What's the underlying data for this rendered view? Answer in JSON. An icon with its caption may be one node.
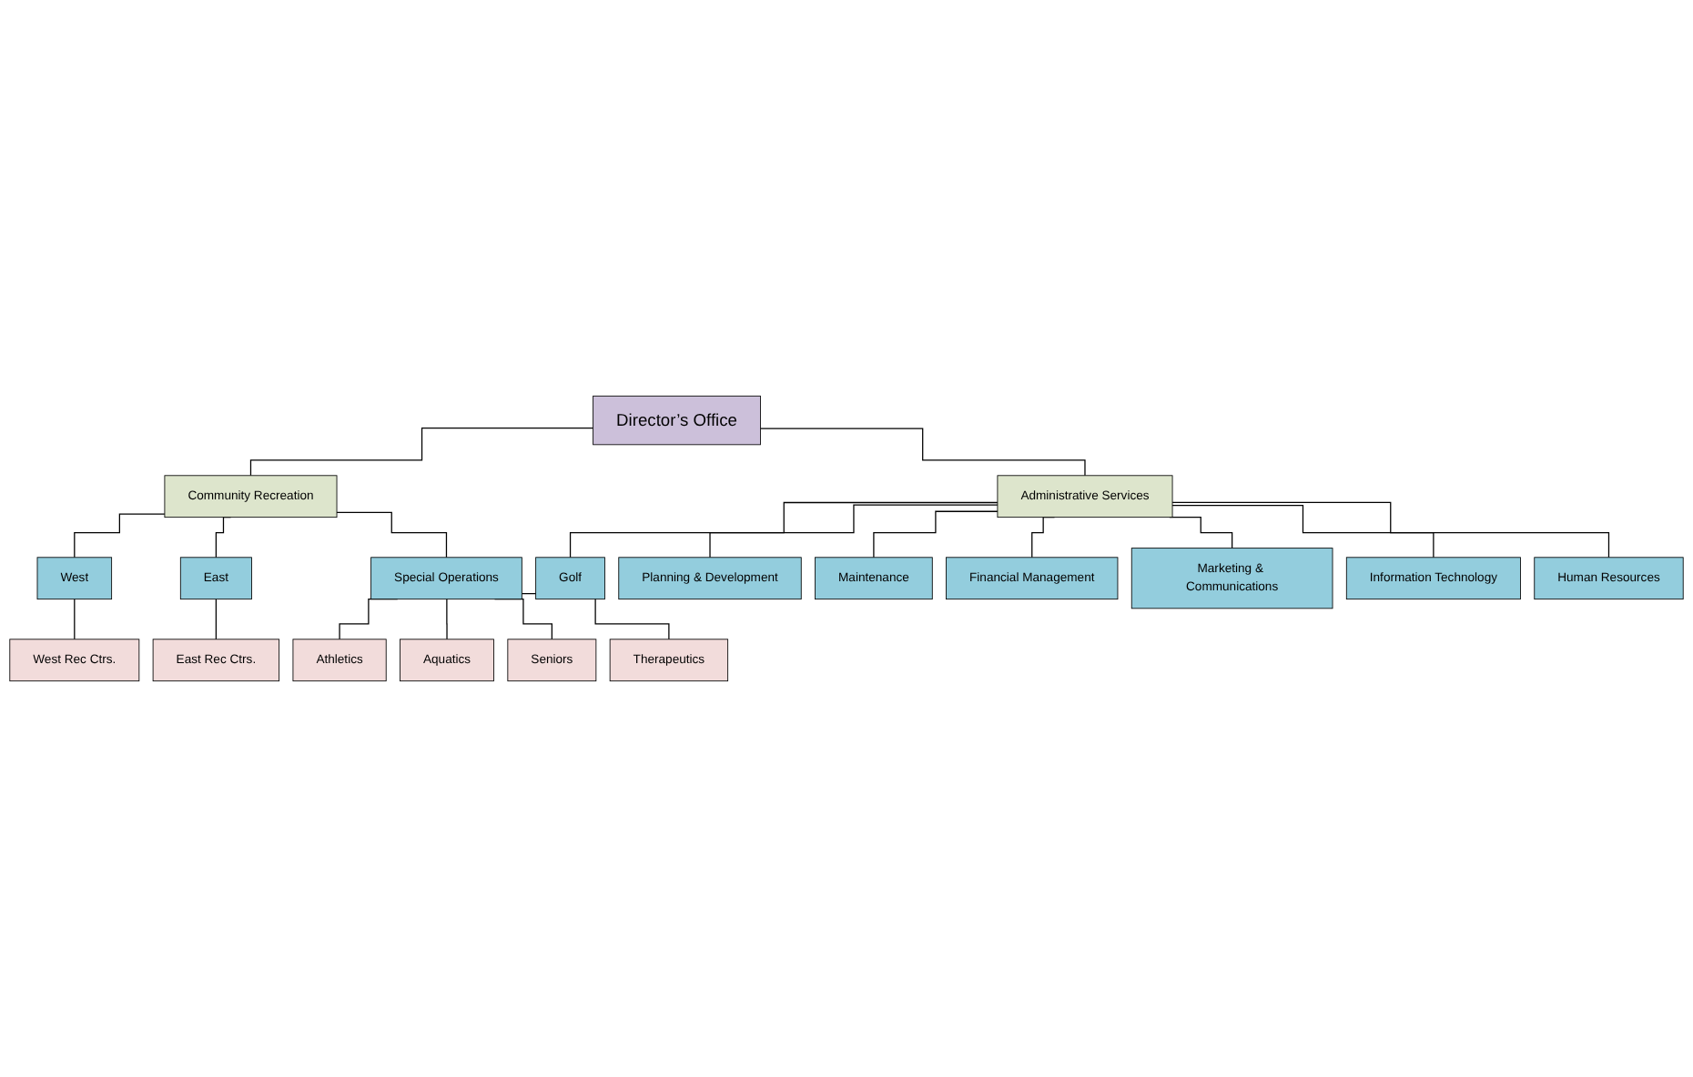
{
  "diagram": {
    "nodes": [
      {
        "text": [
          "Director’s Office"
        ]
      },
      {
        "text": [
          "Community Recreation"
        ]
      },
      {
        "text": [
          "Administrative Services"
        ]
      },
      {
        "text": [
          "West"
        ]
      },
      {
        "text": [
          "East"
        ]
      },
      {
        "text": [
          "Special Operations"
        ]
      },
      {
        "text": [
          "West Rec Ctrs."
        ]
      },
      {
        "text": [
          "East Rec Ctrs."
        ]
      },
      {
        "text": [
          "Athletics"
        ]
      },
      {
        "text": [
          "Aquatics"
        ]
      },
      {
        "text": [
          "Seniors"
        ]
      },
      {
        "text": [
          "Therapeutics"
        ]
      },
      {
        "text": [
          "Golf"
        ]
      },
      {
        "text": [
          "Planning & Development"
        ]
      },
      {
        "text": [
          "Maintenance"
        ]
      },
      {
        "text": [
          "Financial Management"
        ]
      },
      {
        "text": [
          "Marketing & Communications"
        ]
      },
      {
        "text": [
          "Information Technology"
        ]
      },
      {
        "text": [
          "Human Resources"
        ]
      }
    ],
    "edges": [
      {
        "from": 0,
        "to": 1,
        "arrow": "none"
      },
      {
        "from": 0,
        "to": 2,
        "arrow": "none"
      },
      {
        "from": 1,
        "to": 3,
        "arrow": "none"
      },
      {
        "from": 1,
        "to": 4,
        "arrow": "none"
      },
      {
        "from": 1,
        "to": 5,
        "arrow": "none"
      },
      {
        "from": 3,
        "to": 6,
        "arrow": "none"
      },
      {
        "from": 4,
        "to": 7,
        "arrow": "none"
      },
      {
        "from": 5,
        "to": 8,
        "arrow": "none"
      },
      {
        "from": 5,
        "to": 9,
        "arrow": "none"
      },
      {
        "from": 5,
        "to": 10,
        "arrow": "none"
      },
      {
        "from": 5,
        "to": 11,
        "arrow": "none"
      },
      {
        "from": 2,
        "to": 12,
        "arrow": "none"
      },
      {
        "from": 2,
        "to": 13,
        "arrow": "none"
      },
      {
        "from": 2,
        "to": 14,
        "arrow": "none"
      },
      {
        "from": 2,
        "to": 15,
        "arrow": "none"
      },
      {
        "from": 2,
        "to": 16,
        "arrow": "none"
      },
      {
        "from": 2,
        "to": 17,
        "arrow": "none"
      },
      {
        "from": 2,
        "to": 18,
        "arrow": "none"
      }
    ]
  }
}
